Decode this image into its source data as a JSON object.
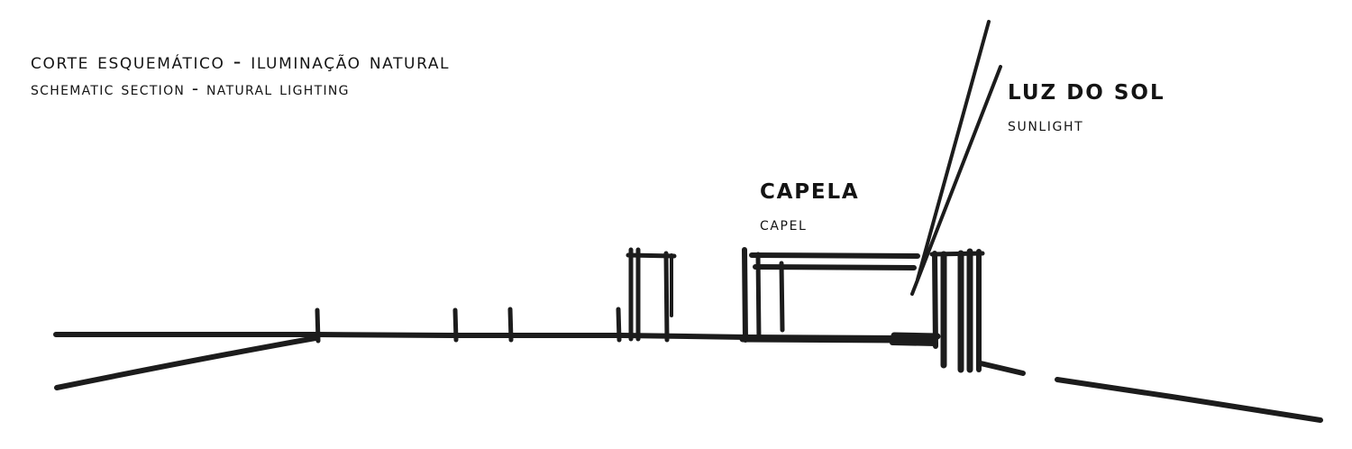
{
  "title": {
    "portuguese": "CORTE ESQUEMÁTICO -  ILUMINAÇÃO NATURAL",
    "english": "Schematic section - natural lighting"
  },
  "labels": {
    "chapel_pt": "CAPELA",
    "chapel_en": "CAPEL",
    "sunlight_pt": "LUZ DO SOL",
    "sunlight_en": "SUNLIGHT"
  },
  "colors": {
    "ink": "#1c1c1c",
    "background": "#ffffff"
  }
}
